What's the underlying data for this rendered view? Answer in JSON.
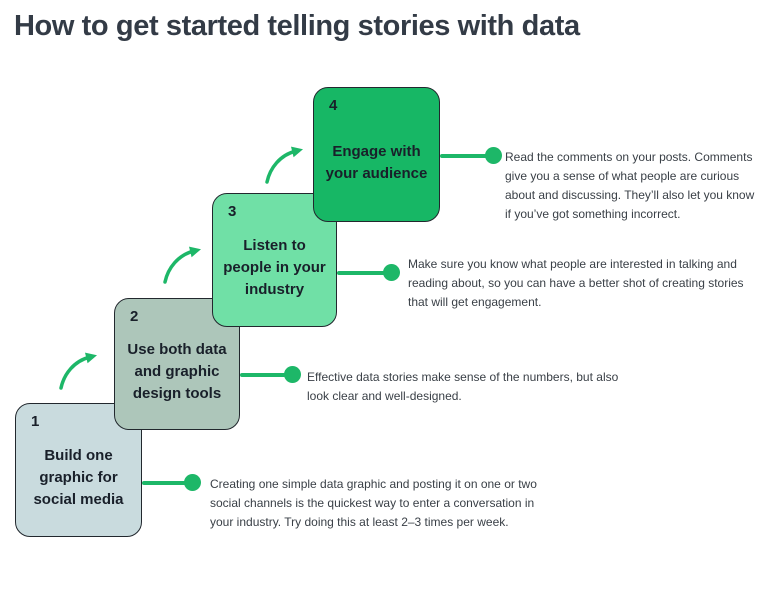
{
  "page": {
    "title": "How to get started telling stories with data"
  },
  "colors": {
    "accent": "#1db768",
    "box_border": "#22282e",
    "title_text": "#333b46",
    "note_text": "#3a4047",
    "box_text": "#19202a",
    "box1": "#c9dbde",
    "box2": "#adc6ba",
    "box3": "#70e0a6",
    "box4": "#17b765"
  },
  "steps": [
    {
      "number": "1",
      "title": "Build one graphic for social media",
      "note": "Creating one simple data graphic and posting it on one or two social channels is the quickest way to enter a conversation in your industry. Try doing this at least 2–3 times per week.",
      "box_color": "#c9dbde"
    },
    {
      "number": "2",
      "title": "Use both data and graphic design tools",
      "note": "Effective data stories make sense of the numbers, but also look clear and well-designed.",
      "box_color": "#adc6ba"
    },
    {
      "number": "3",
      "title": "Listen to people in your industry",
      "note": "Make sure you know what people are interested in talking and reading about, so you can have a better shot of creating stories that will get engagement.",
      "box_color": "#70e0a6"
    },
    {
      "number": "4",
      "title": "Engage with your audience",
      "note": "Read the comments on your posts. Comments give you a sense of what people are curious about and discussing. They’ll also let you know if you’ve got something incorrect.",
      "box_color": "#17b765"
    }
  ]
}
